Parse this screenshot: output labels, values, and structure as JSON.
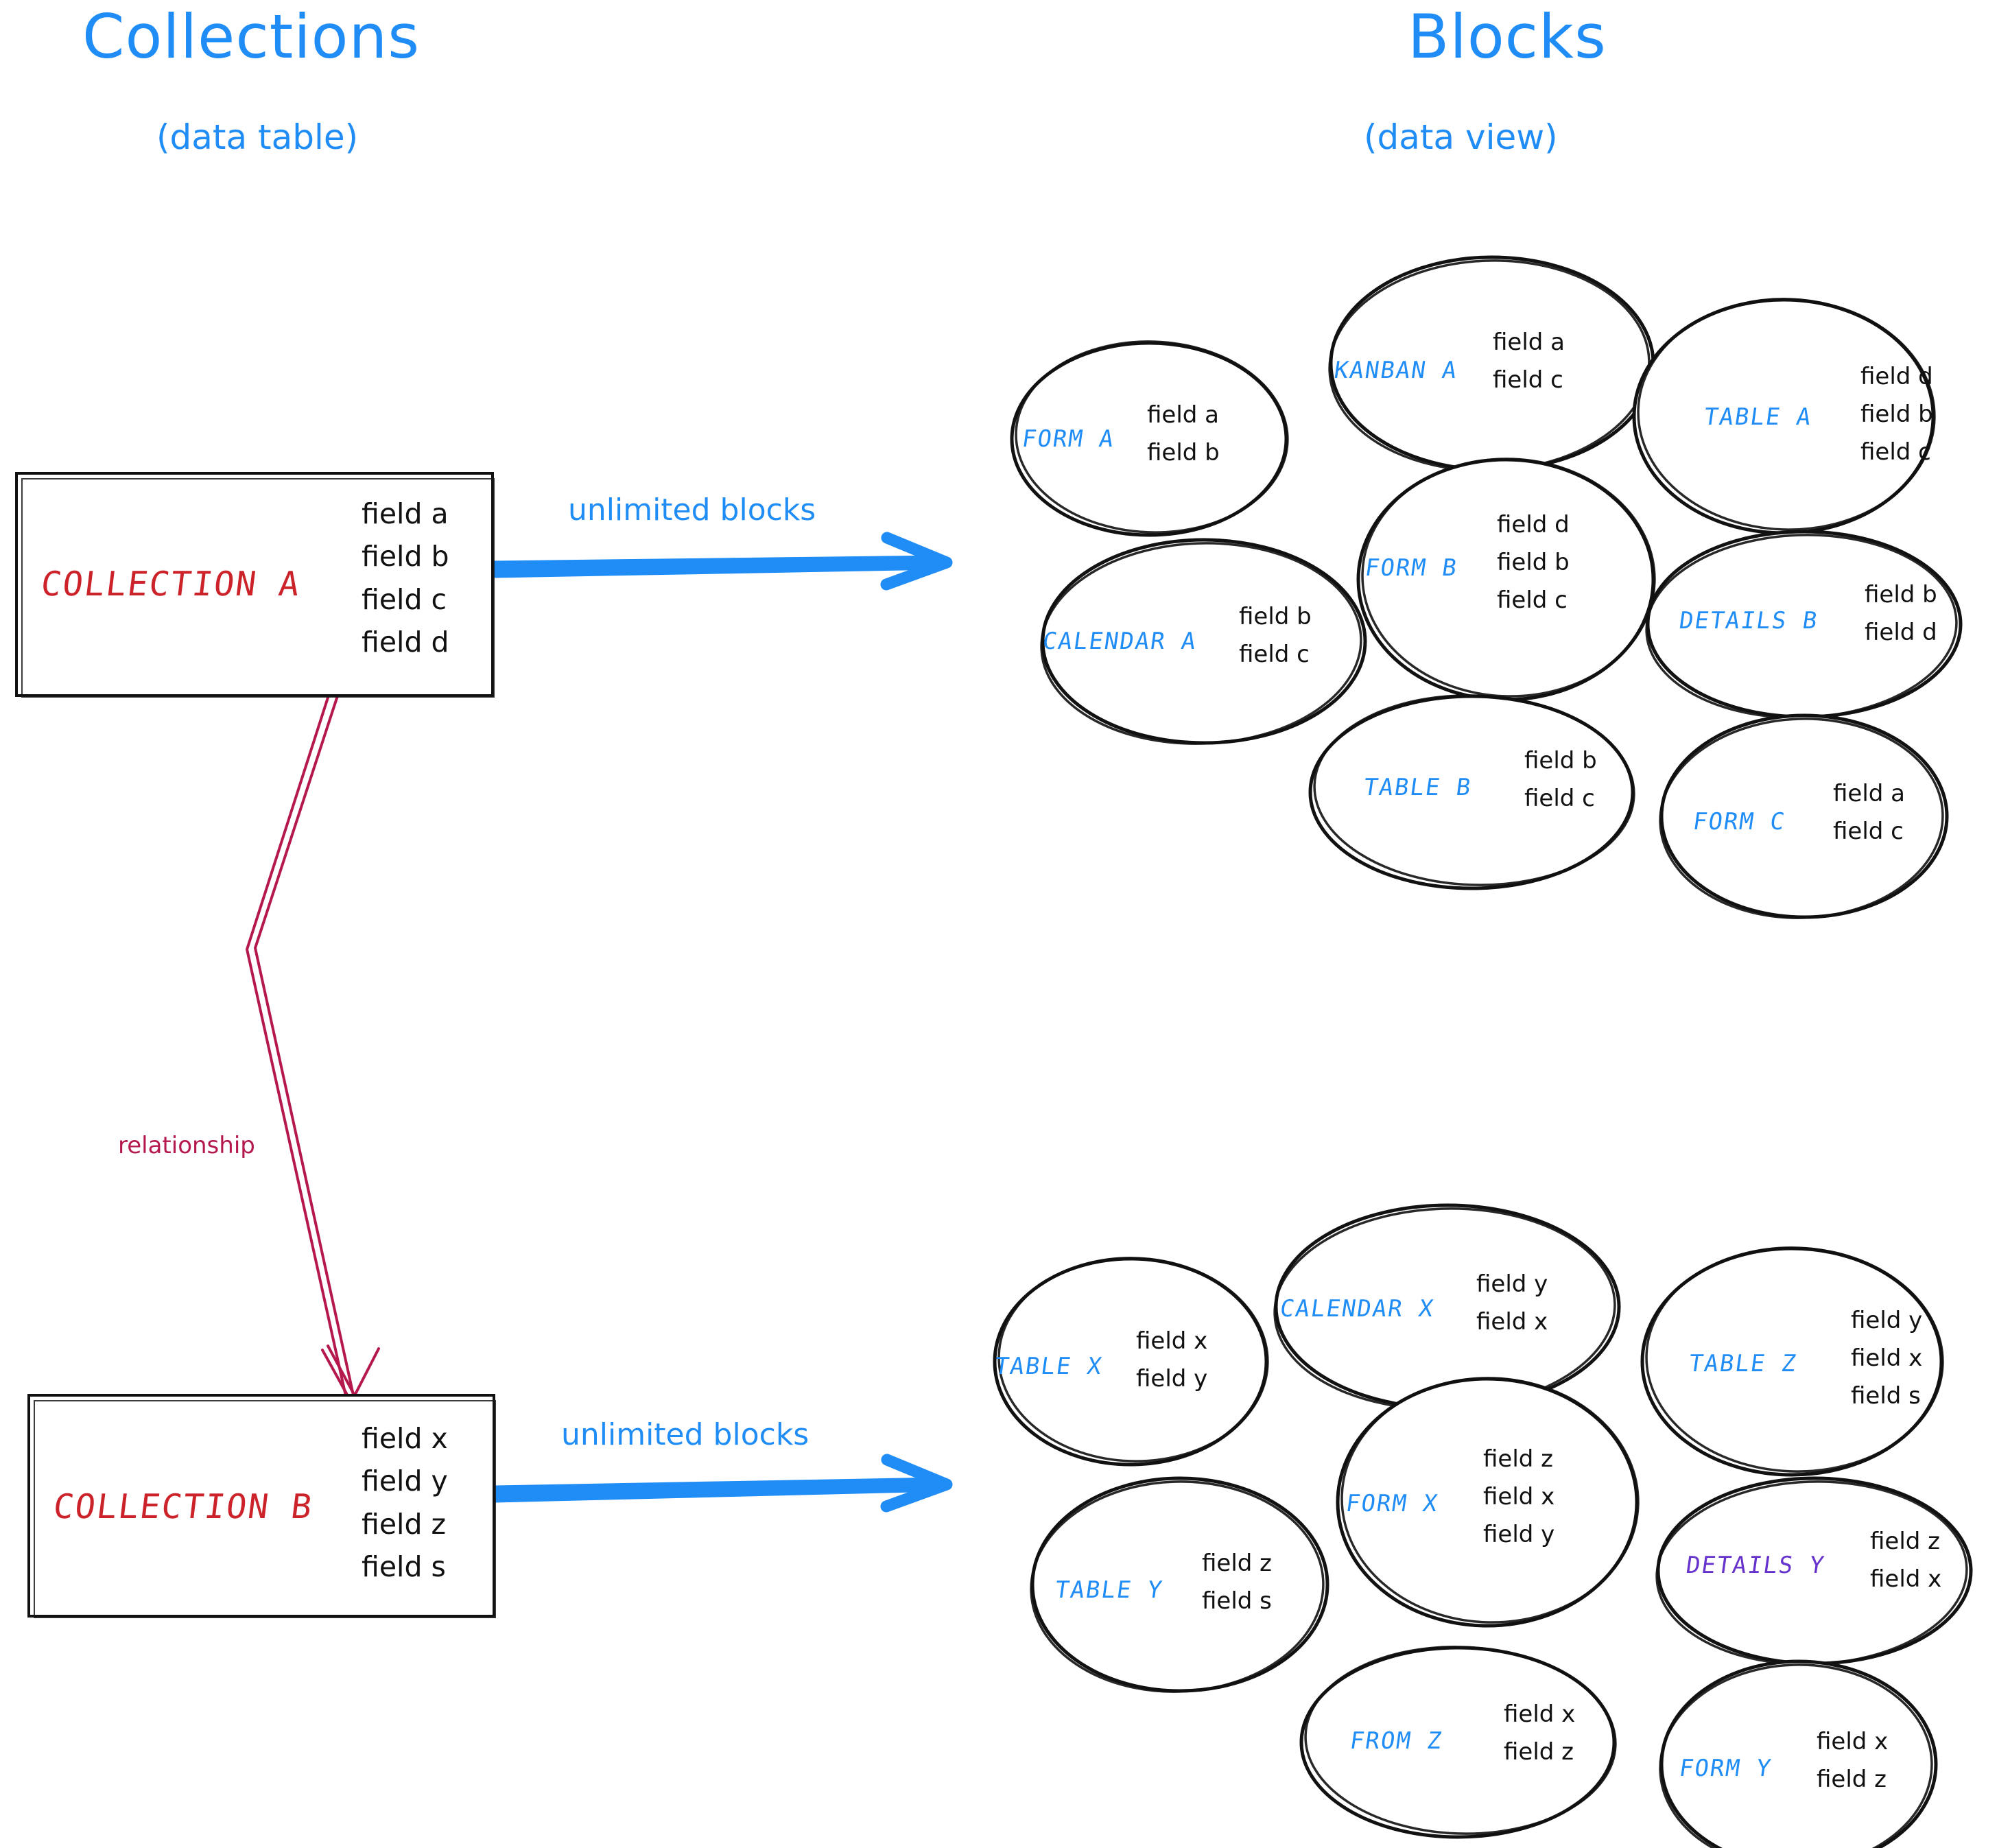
{
  "headings": {
    "left_title": "Collections",
    "left_subtitle": "(data table)",
    "right_title": "Blocks",
    "right_subtitle": "(data view)"
  },
  "colors": {
    "accent_blue": "#1f8df5",
    "collection_red": "#cc2229",
    "relationship_crimson": "#b5184d",
    "details_purple": "#6633cc",
    "ink_black": "#111111"
  },
  "collections": [
    {
      "id": "collection-a",
      "name": "COLLECTION A",
      "fields": [
        "field a",
        "field b",
        "field c",
        "field d"
      ],
      "arrow_label": "unlimited blocks"
    },
    {
      "id": "collection-b",
      "name": "COLLECTION B",
      "fields": [
        "field x",
        "field y",
        "field z",
        "field s"
      ],
      "arrow_label": "unlimited blocks"
    }
  ],
  "relationship": {
    "label": "relationship",
    "from": "COLLECTION A",
    "to": "COLLECTION B"
  },
  "blocks_a": [
    {
      "id": "form-a",
      "name": "FORM A",
      "color": "blue",
      "fields": [
        "field a",
        "field b"
      ]
    },
    {
      "id": "kanban-a",
      "name": "KANBAN A",
      "color": "blue",
      "fields": [
        "field a",
        "field c"
      ]
    },
    {
      "id": "table-a",
      "name": "TABLE A",
      "color": "blue",
      "fields": [
        "field d",
        "field b",
        "field c"
      ]
    },
    {
      "id": "calendar-a",
      "name": "CALENDAR A",
      "color": "blue",
      "fields": [
        "field b",
        "field c"
      ]
    },
    {
      "id": "form-b",
      "name": "FORM B",
      "color": "blue",
      "fields": [
        "field d",
        "field b",
        "field c"
      ]
    },
    {
      "id": "details-b",
      "name": "DETAILS B",
      "color": "blue",
      "fields": [
        "field b",
        "field d"
      ]
    },
    {
      "id": "table-b",
      "name": "TABLE B",
      "color": "blue",
      "fields": [
        "field b",
        "field c"
      ]
    },
    {
      "id": "form-c",
      "name": "FORM C",
      "color": "blue",
      "fields": [
        "field a",
        "field c"
      ]
    }
  ],
  "blocks_b": [
    {
      "id": "table-x",
      "name": "TABLE X",
      "color": "blue",
      "fields": [
        "field x",
        "field y"
      ]
    },
    {
      "id": "calendar-x",
      "name": "CALENDAR X",
      "color": "blue",
      "fields": [
        "field y",
        "field x"
      ]
    },
    {
      "id": "table-z",
      "name": "TABLE Z",
      "color": "blue",
      "fields": [
        "field y",
        "field x",
        "field s"
      ]
    },
    {
      "id": "table-y",
      "name": "TABLE Y",
      "color": "blue",
      "fields": [
        "field z",
        "field s"
      ]
    },
    {
      "id": "form-x",
      "name": "FORM X",
      "color": "blue",
      "fields": [
        "field z",
        "field x",
        "field y"
      ]
    },
    {
      "id": "details-y",
      "name": "DETAILS Y",
      "color": "purple",
      "fields": [
        "field z",
        "field x"
      ]
    },
    {
      "id": "from-z",
      "name": "FROM Z",
      "color": "blue",
      "fields": [
        "field x",
        "field z"
      ]
    },
    {
      "id": "form-y",
      "name": "FORM Y",
      "color": "blue",
      "fields": [
        "field x",
        "field z"
      ]
    }
  ]
}
